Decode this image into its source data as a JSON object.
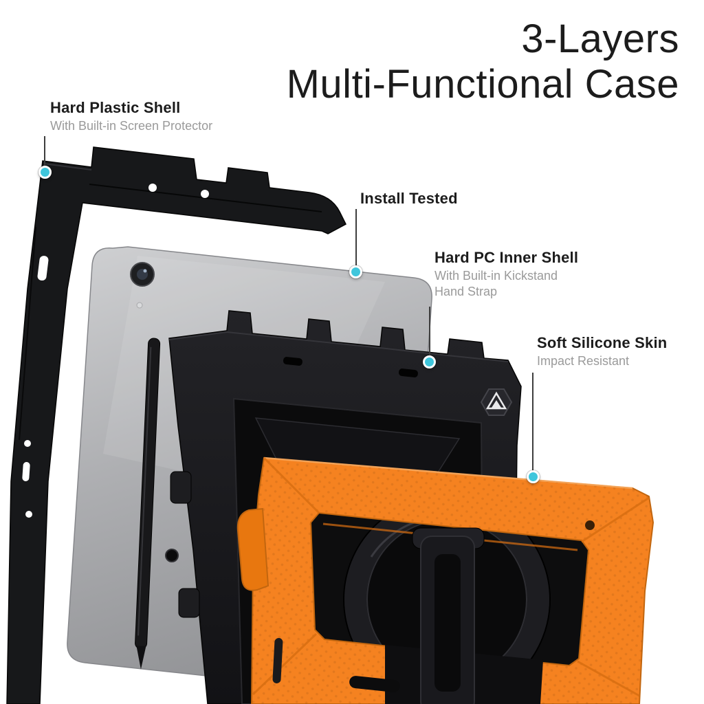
{
  "title": {
    "line1": "3-Layers",
    "line2": "Multi-Functional Case"
  },
  "callouts": {
    "hard_plastic_shell": {
      "heading": "Hard Plastic Shell",
      "sub1": "With Built-in Screen Protector"
    },
    "install_tested": {
      "heading": "Install Tested"
    },
    "hard_pc_inner_shell": {
      "heading": "Hard PC Inner Shell",
      "sub1": "With Built-in Kickstand",
      "sub2": "Hand Strap"
    },
    "soft_silicone_skin": {
      "heading": "Soft Silicone Skin",
      "sub1": "Impact Resistant"
    }
  },
  "colors": {
    "accent_orange": "#F58220",
    "callout_dot": "#3FC6DC",
    "case_black": "#17181A",
    "tablet_gray": "#A9AAAD",
    "heading_text": "#1C1C1C",
    "subtext": "#9A9A9A",
    "background": "#FFFFFF"
  },
  "illustration": {
    "parts": [
      "hard-plastic-shell-frame",
      "tablet",
      "stylus-pen",
      "hard-pc-inner-shell",
      "kickstand-ring",
      "soft-silicone-skin",
      "kickstand-stand"
    ]
  }
}
